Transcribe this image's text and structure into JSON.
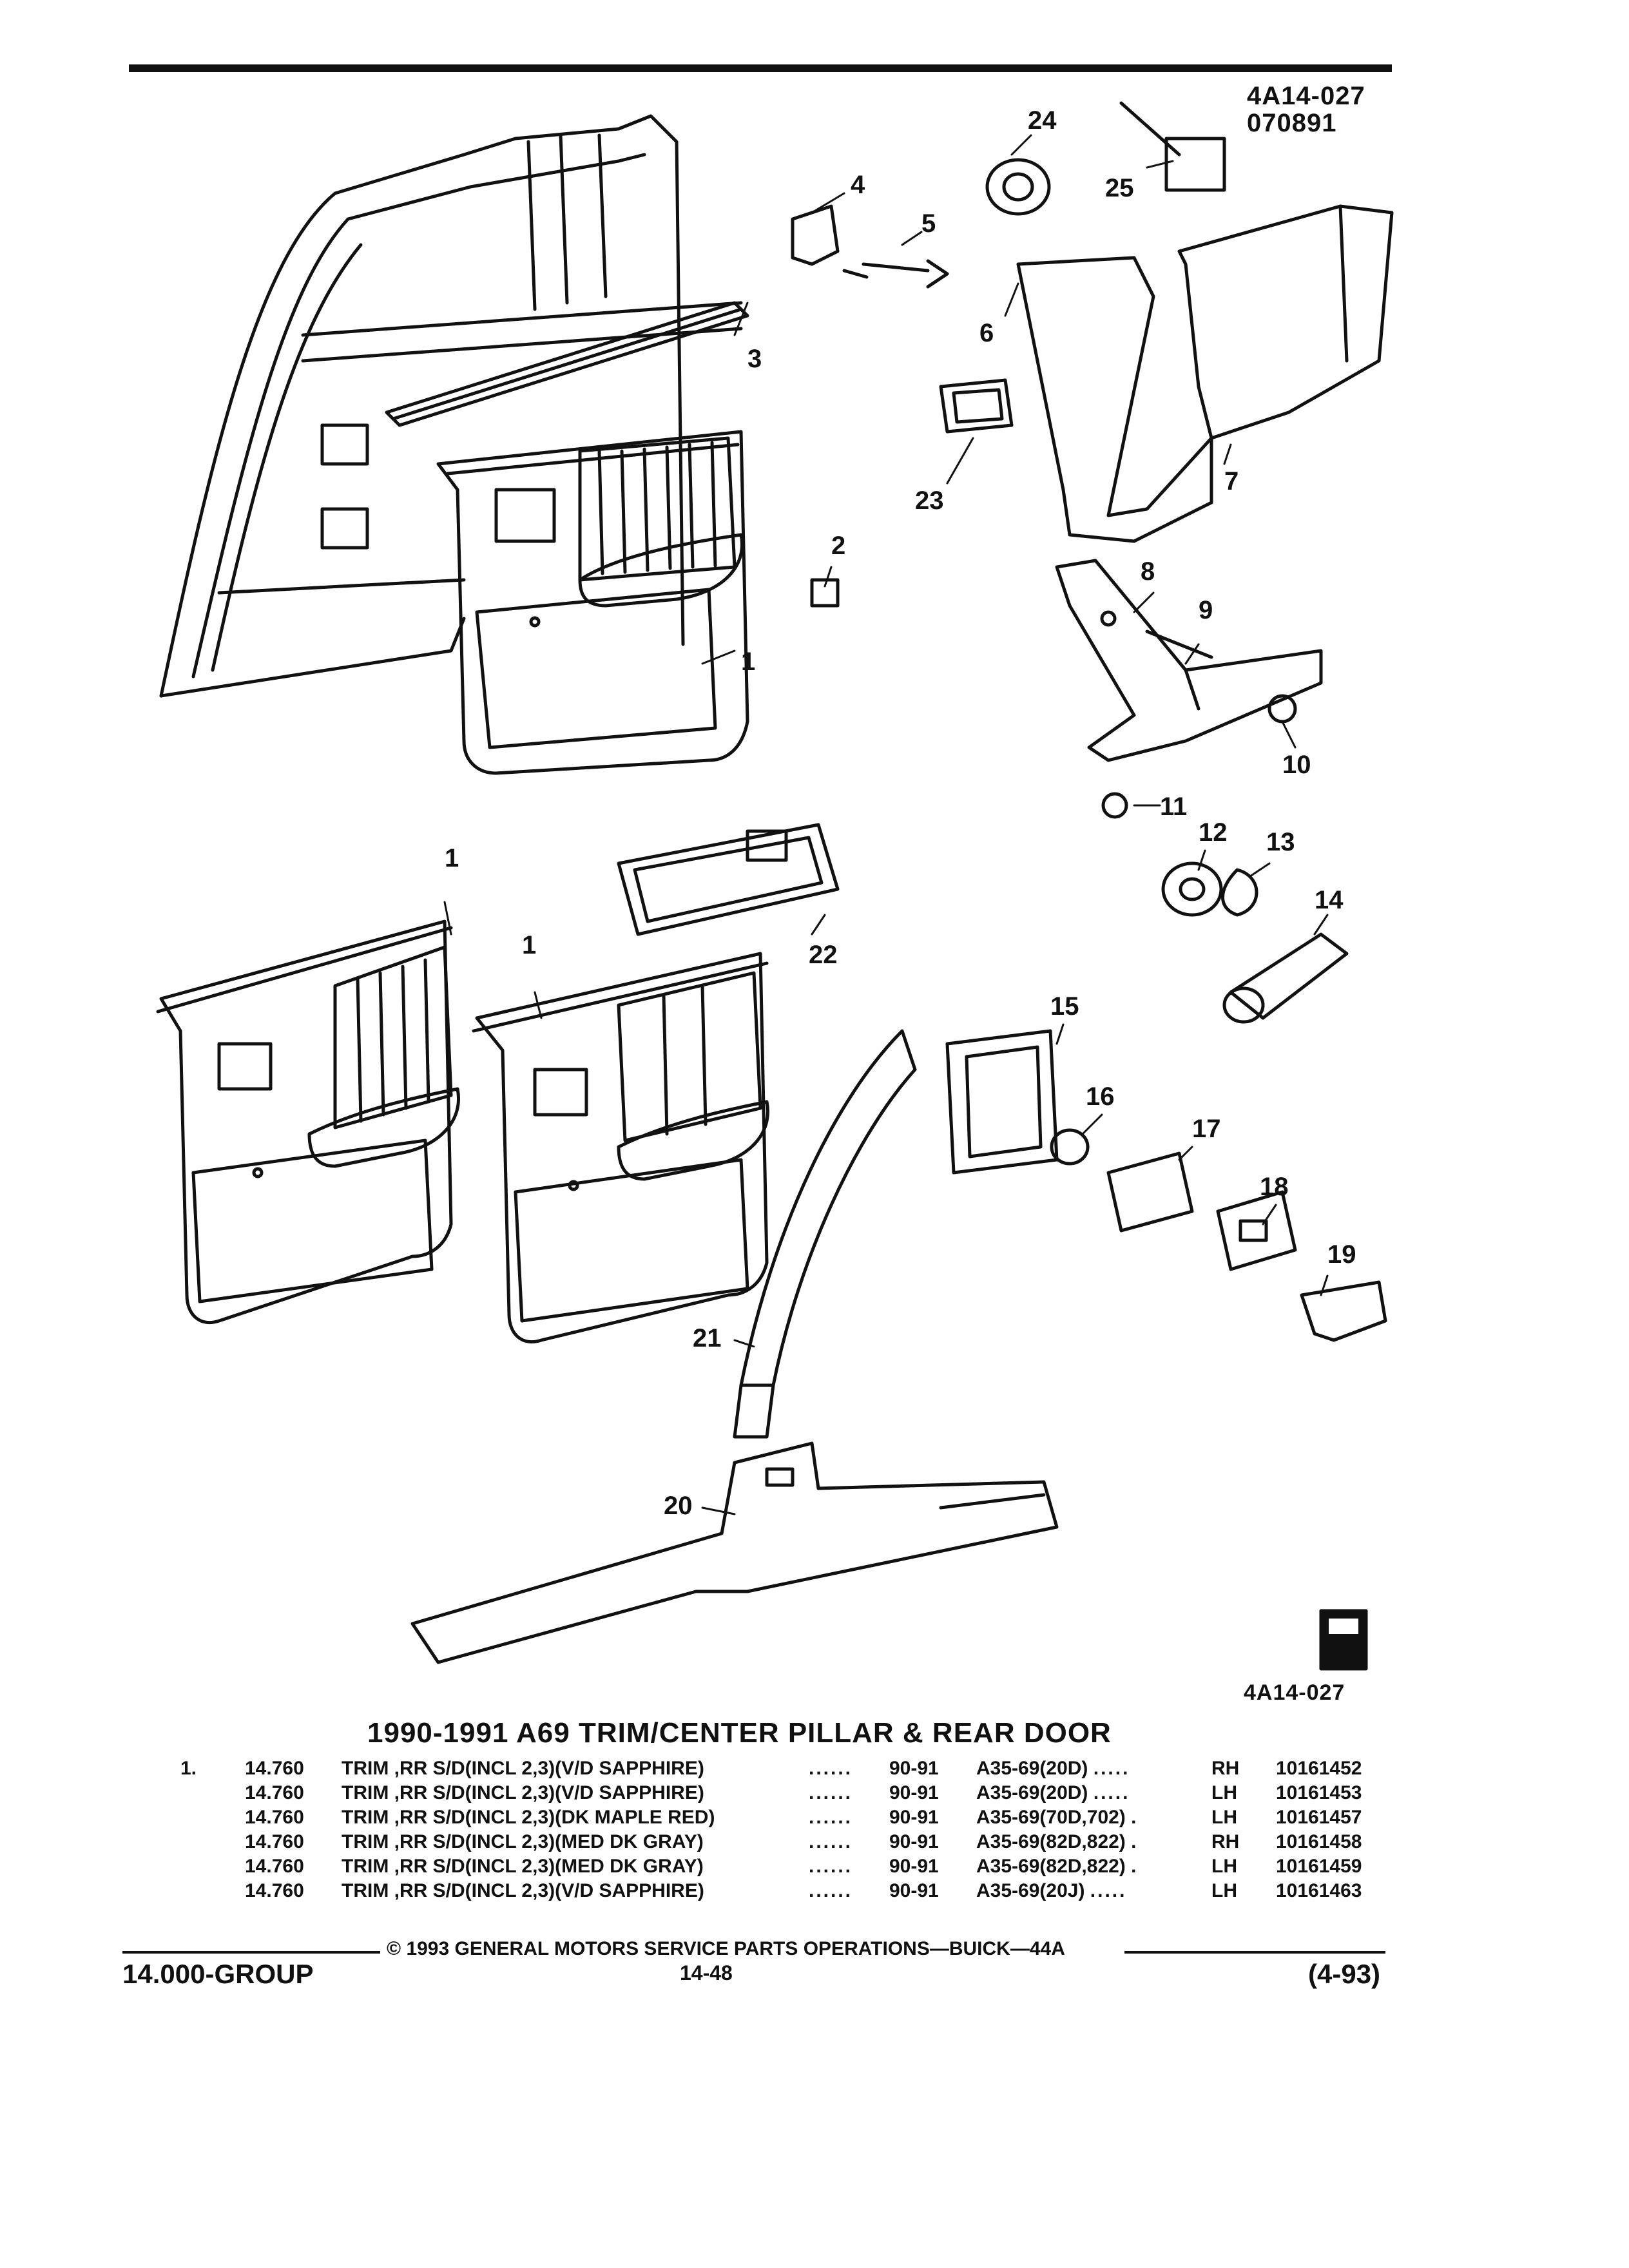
{
  "header": {
    "illustration_ref": "4A14-027",
    "date_code": "070891"
  },
  "figure": {
    "ref_bottom": "4A14-027",
    "callouts": [
      "1",
      "1",
      "1",
      "2",
      "3",
      "4",
      "5",
      "6",
      "7",
      "8",
      "9",
      "10",
      "11",
      "12",
      "13",
      "14",
      "15",
      "16",
      "17",
      "18",
      "19",
      "20",
      "21",
      "22",
      "23",
      "24",
      "25"
    ]
  },
  "section_title": "1990-1991 A69 TRIM/CENTER PILLAR & REAR DOOR",
  "parts_list": [
    {
      "key": "1.",
      "group": "14.760",
      "description": "TRIM ,RR S/D(INCL 2,3)(V/D SAPPHIRE)",
      "dots": "......",
      "years": "90-91",
      "model": "A35-69(20D)",
      "model_dots": ".....",
      "side": "RH",
      "part_no": "10161452"
    },
    {
      "key": "",
      "group": "14.760",
      "description": "TRIM ,RR S/D(INCL 2,3)(V/D SAPPHIRE)",
      "dots": "......",
      "years": "90-91",
      "model": "A35-69(20D)",
      "model_dots": ".....",
      "side": "LH",
      "part_no": "10161453"
    },
    {
      "key": "",
      "group": "14.760",
      "description": "TRIM ,RR S/D(INCL 2,3)(DK MAPLE RED)",
      "dots": "......",
      "years": "90-91",
      "model": "A35-69(70D,702)",
      "model_dots": ".",
      "side": "LH",
      "part_no": "10161457"
    },
    {
      "key": "",
      "group": "14.760",
      "description": "TRIM ,RR S/D(INCL 2,3)(MED DK GRAY)",
      "dots": "......",
      "years": "90-91",
      "model": "A35-69(82D,822)",
      "model_dots": ".",
      "side": "RH",
      "part_no": "10161458"
    },
    {
      "key": "",
      "group": "14.760",
      "description": "TRIM ,RR S/D(INCL 2,3)(MED DK GRAY)",
      "dots": "......",
      "years": "90-91",
      "model": "A35-69(82D,822)",
      "model_dots": ".",
      "side": "LH",
      "part_no": "10161459"
    },
    {
      "key": "",
      "group": "14.760",
      "description": "TRIM ,RR S/D(INCL 2,3)(V/D SAPPHIRE)",
      "dots": "......",
      "years": "90-91",
      "model": "A35-69(20J)",
      "model_dots": ".....",
      "side": "LH",
      "part_no": "10161463"
    }
  ],
  "footer": {
    "copyright": "© 1993 GENERAL MOTORS SERVICE PARTS OPERATIONS—BUICK—44A",
    "group": "14.000-GROUP",
    "page": "14-48",
    "revision": "(4-93)"
  }
}
